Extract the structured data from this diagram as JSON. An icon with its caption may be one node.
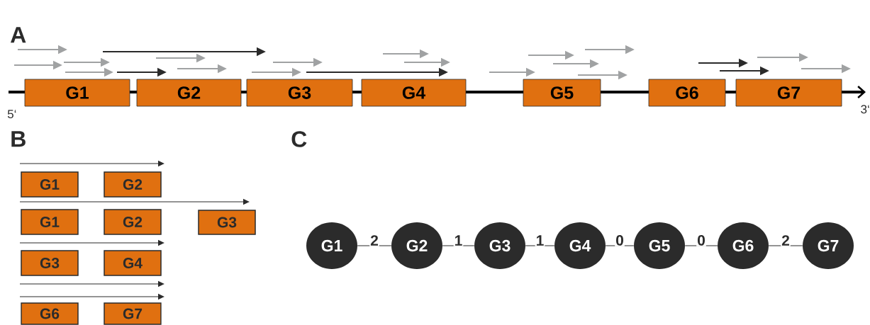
{
  "diagram": {
    "nodes": [
      {
        "text": [
          "G1"
        ]
      },
      {
        "text": [
          "G2"
        ]
      },
      {
        "text": [
          "G3"
        ]
      },
      {
        "text": [
          "G4"
        ]
      },
      {
        "text": [
          "G5"
        ]
      },
      {
        "text": [
          "G6"
        ]
      },
      {
        "text": [
          "G7"
        ]
      },
      {
        "text": [
          "G1"
        ]
      },
      {
        "text": [
          "G2"
        ]
      },
      {
        "text": [
          "G1"
        ]
      },
      {
        "text": [
          "G2"
        ]
      },
      {
        "text": [
          "G3"
        ]
      },
      {
        "text": [
          "G3"
        ]
      },
      {
        "text": [
          "G4"
        ]
      },
      {
        "text": [
          "G6"
        ]
      },
      {
        "text": [
          "G7"
        ]
      },
      {
        "text": [
          "G1"
        ]
      },
      {
        "text": [
          "G2"
        ]
      },
      {
        "text": [
          "G3"
        ]
      },
      {
        "text": [
          "G4"
        ]
      },
      {
        "text": [
          "G5"
        ]
      },
      {
        "text": [
          "G6"
        ]
      },
      {
        "text": [
          "G7"
        ]
      }
    ],
    "edges": [
      {
        "from": 16,
        "to": 17,
        "arrow": "none",
        "label": "2"
      },
      {
        "from": 17,
        "to": 18,
        "arrow": "none",
        "label": "1"
      },
      {
        "from": 18,
        "to": 19,
        "arrow": "none",
        "label": "1"
      },
      {
        "from": 19,
        "to": 20,
        "arrow": "none",
        "label": "0"
      },
      {
        "from": 20,
        "to": 21,
        "arrow": "none",
        "label": "0"
      },
      {
        "from": 21,
        "to": 22,
        "arrow": "none",
        "label": "2"
      }
    ],
    "labels": [
      "A",
      "5‘",
      "3‘",
      "B",
      "C"
    ]
  }
}
